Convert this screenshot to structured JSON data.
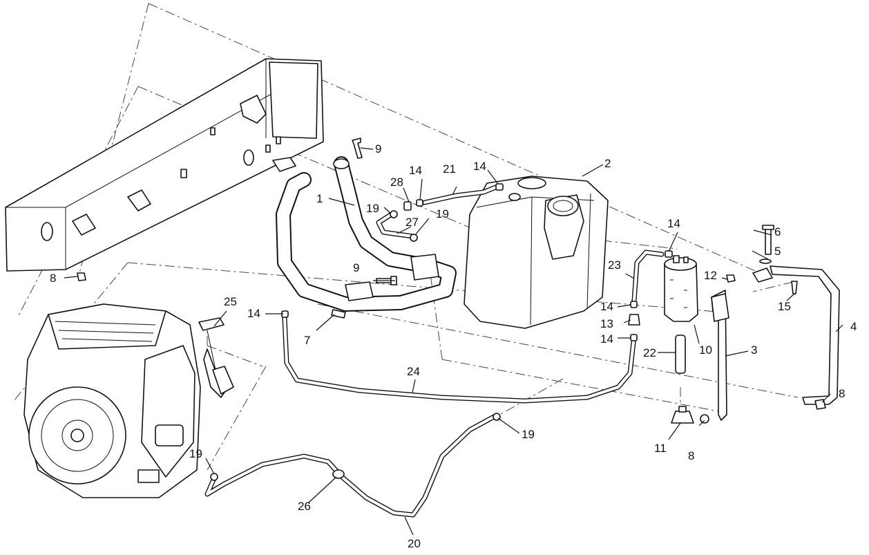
{
  "callouts": [
    {
      "label": "1"
    },
    {
      "label": "2"
    },
    {
      "label": "3"
    },
    {
      "label": "4"
    },
    {
      "label": "5"
    },
    {
      "label": "6"
    },
    {
      "label": "7"
    },
    {
      "label": "8"
    },
    {
      "label": "8"
    },
    {
      "label": "8"
    },
    {
      "label": "9"
    },
    {
      "label": "9"
    },
    {
      "label": "10"
    },
    {
      "label": "11"
    },
    {
      "label": "12"
    },
    {
      "label": "13"
    },
    {
      "label": "14"
    },
    {
      "label": "14"
    },
    {
      "label": "14"
    },
    {
      "label": "14"
    },
    {
      "label": "14"
    },
    {
      "label": "14"
    },
    {
      "label": "15"
    },
    {
      "label": "19"
    },
    {
      "label": "19"
    },
    {
      "label": "19"
    },
    {
      "label": "19"
    },
    {
      "label": "20"
    },
    {
      "label": "21"
    },
    {
      "label": "22"
    },
    {
      "label": "23"
    },
    {
      "label": "24"
    },
    {
      "label": "25"
    },
    {
      "label": "26"
    },
    {
      "label": "27"
    },
    {
      "label": "28"
    }
  ]
}
